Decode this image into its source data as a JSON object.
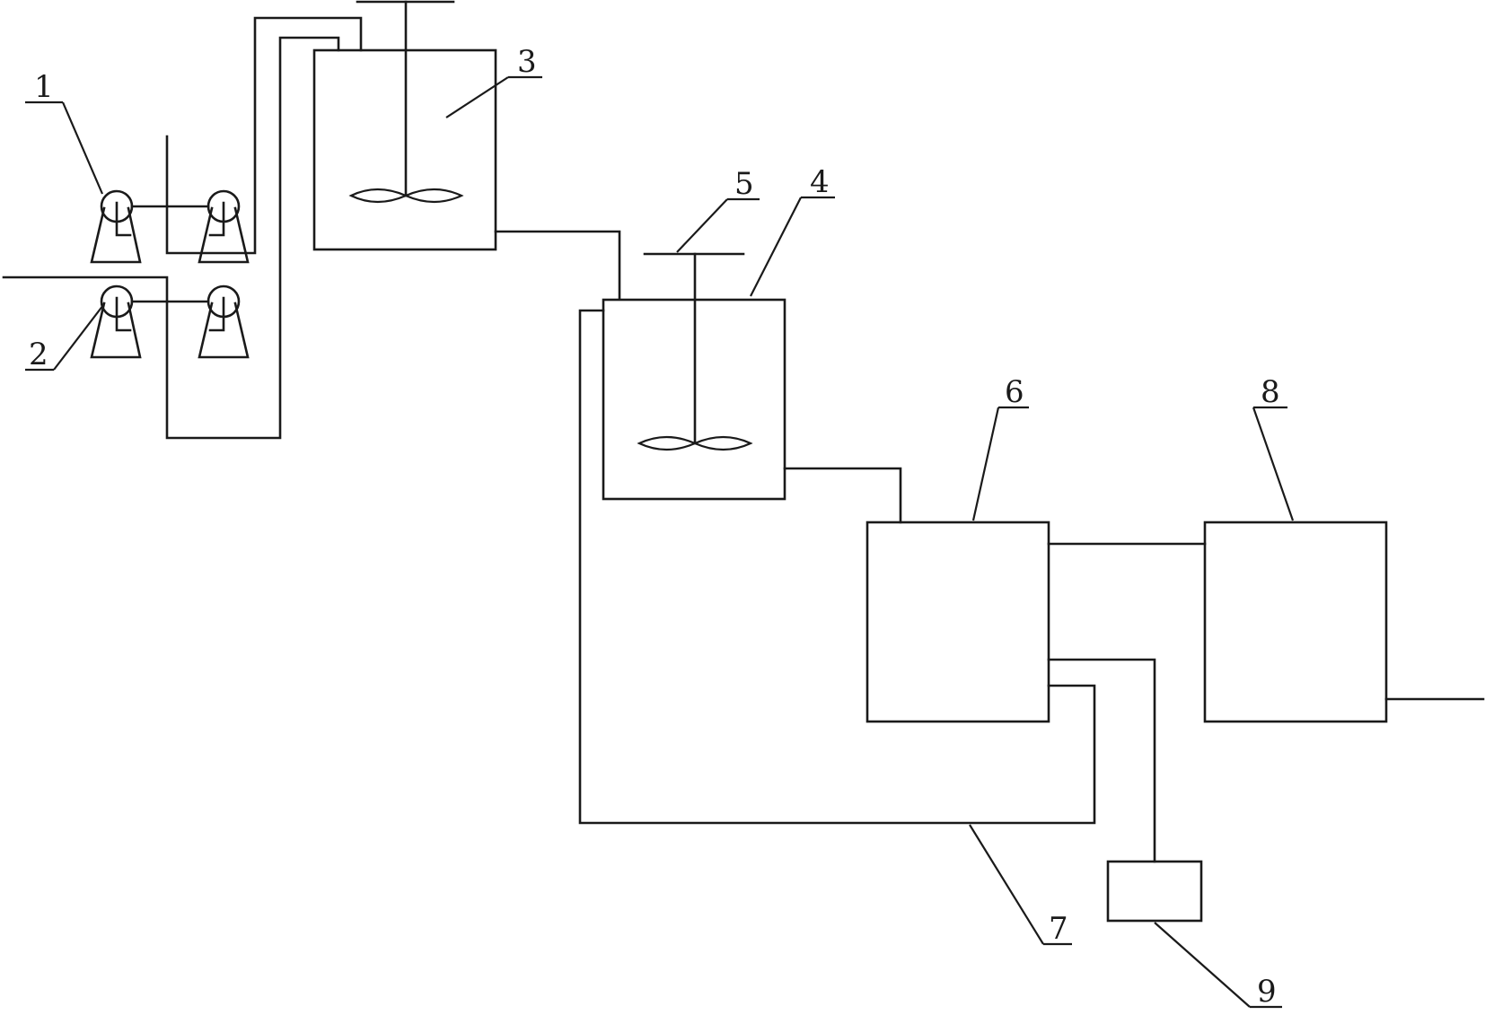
{
  "components": [
    {
      "id": "pump-1",
      "label": "1"
    },
    {
      "id": "pump-2",
      "label": "2"
    },
    {
      "id": "mixing-tank-3",
      "label": "3"
    },
    {
      "id": "reaction-tank-4",
      "label": "4"
    },
    {
      "id": "stirrer-5",
      "label": "5"
    },
    {
      "id": "unit-6",
      "label": "6"
    },
    {
      "id": "return-pipe-7",
      "label": "7"
    },
    {
      "id": "unit-8",
      "label": "8"
    },
    {
      "id": "unit-9",
      "label": "9"
    }
  ]
}
